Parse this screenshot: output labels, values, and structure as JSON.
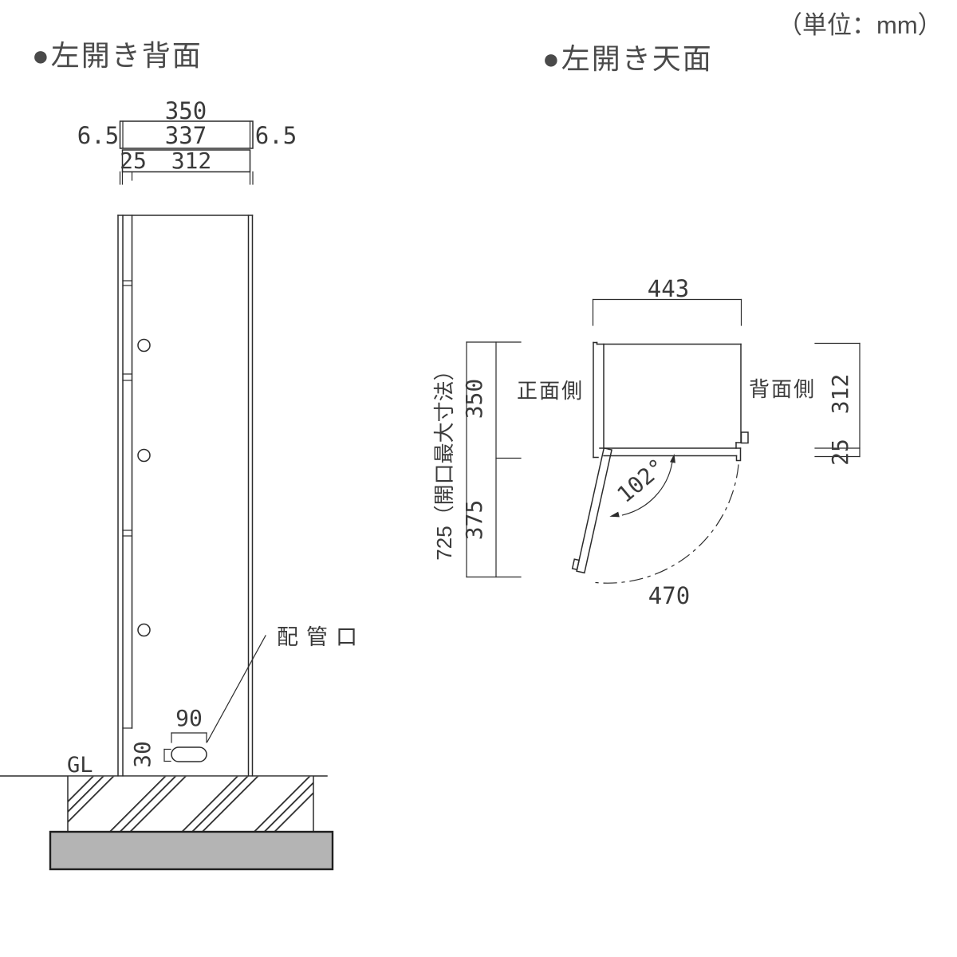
{
  "page": {
    "unit_note": "（単位：mm）"
  },
  "colors": {
    "line": "#2b2b2b",
    "text": "#3a3a3a",
    "slab_fill": "#b4b4b4"
  },
  "rear_view": {
    "title": "●左開き背面",
    "dim_overall_width": "350",
    "dim_inner_width": "337",
    "dim_margin_left": "6.5",
    "dim_margin_right": "6.5",
    "dim_edge_offset": "25",
    "dim_opening_width": "312",
    "dim_pipe_hole_width": "90",
    "dim_pipe_hole_height": "30",
    "label_ground": "GL",
    "label_pipe_port": "配管口"
  },
  "top_view": {
    "title": "●左開き天面",
    "dim_depth": "443",
    "dim_body_width": "350",
    "dim_door_sweep": "375",
    "dim_max_opening": "725（開口最大寸法）",
    "dim_opening_width": "312",
    "dim_edge_offset": "25",
    "dim_door_angle": "102°",
    "dim_sweep_radius": "470",
    "label_front": "正面側",
    "label_back": "背面側"
  }
}
